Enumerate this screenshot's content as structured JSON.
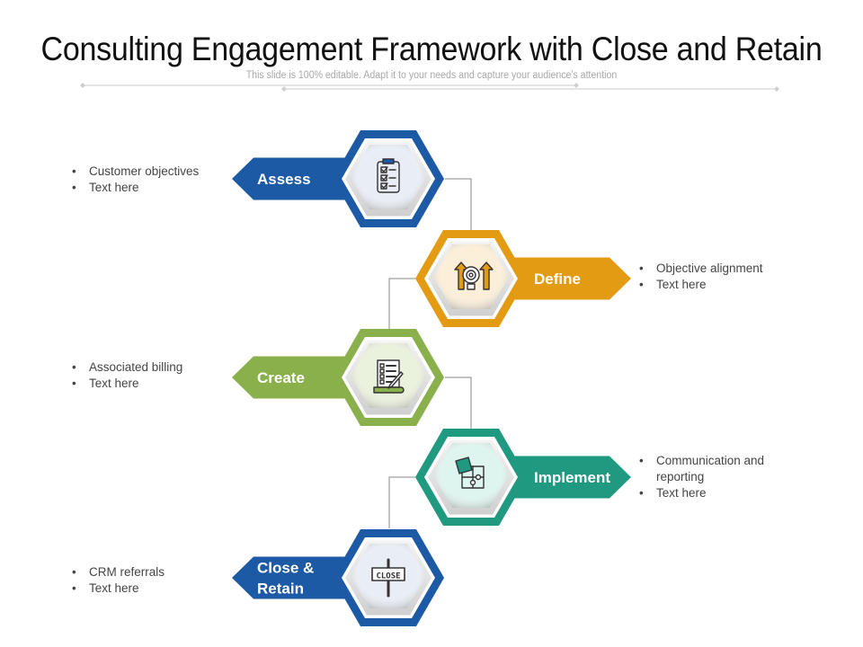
{
  "slide": {
    "title": "Consulting Engagement Framework with Close and Retain",
    "subtitle": "This slide is 100% editable. Adapt it to your needs and capture your audience's attention"
  },
  "steps": [
    {
      "label_lines": [
        "Assess"
      ],
      "icon": "clipboard-checklist-icon",
      "color": "#1c5aa6",
      "inner_fill": "#e9eef6",
      "side": "left",
      "bullets": [
        "Customer objectives",
        "Text here"
      ]
    },
    {
      "label_lines": [
        "Define"
      ],
      "icon": "lightbulb-gear-arrows-icon",
      "color": "#e39b14",
      "inner_fill": "#fcefd9",
      "side": "right",
      "bullets": [
        "Objective alignment",
        "Text here"
      ]
    },
    {
      "label_lines": [
        "Create"
      ],
      "icon": "document-scroll-pencil-icon",
      "color": "#8ab04c",
      "inner_fill": "#eaf1dd",
      "side": "left",
      "bullets": [
        "Associated billing",
        "Text here"
      ]
    },
    {
      "label_lines": [
        "Implement"
      ],
      "icon": "puzzle-pieces-icon",
      "color": "#1f9a80",
      "inner_fill": "#def5ef",
      "side": "right",
      "bullets": [
        "Communication and reporting",
        "Text here"
      ]
    },
    {
      "label_lines": [
        "Close &",
        "Retain"
      ],
      "icon": "close-sign-icon",
      "color": "#1c5aa6",
      "inner_fill": "#e9eef6",
      "side": "left",
      "bullets": [
        "CRM referrals",
        "Text here"
      ],
      "sign_text": "CLOSE"
    }
  ]
}
